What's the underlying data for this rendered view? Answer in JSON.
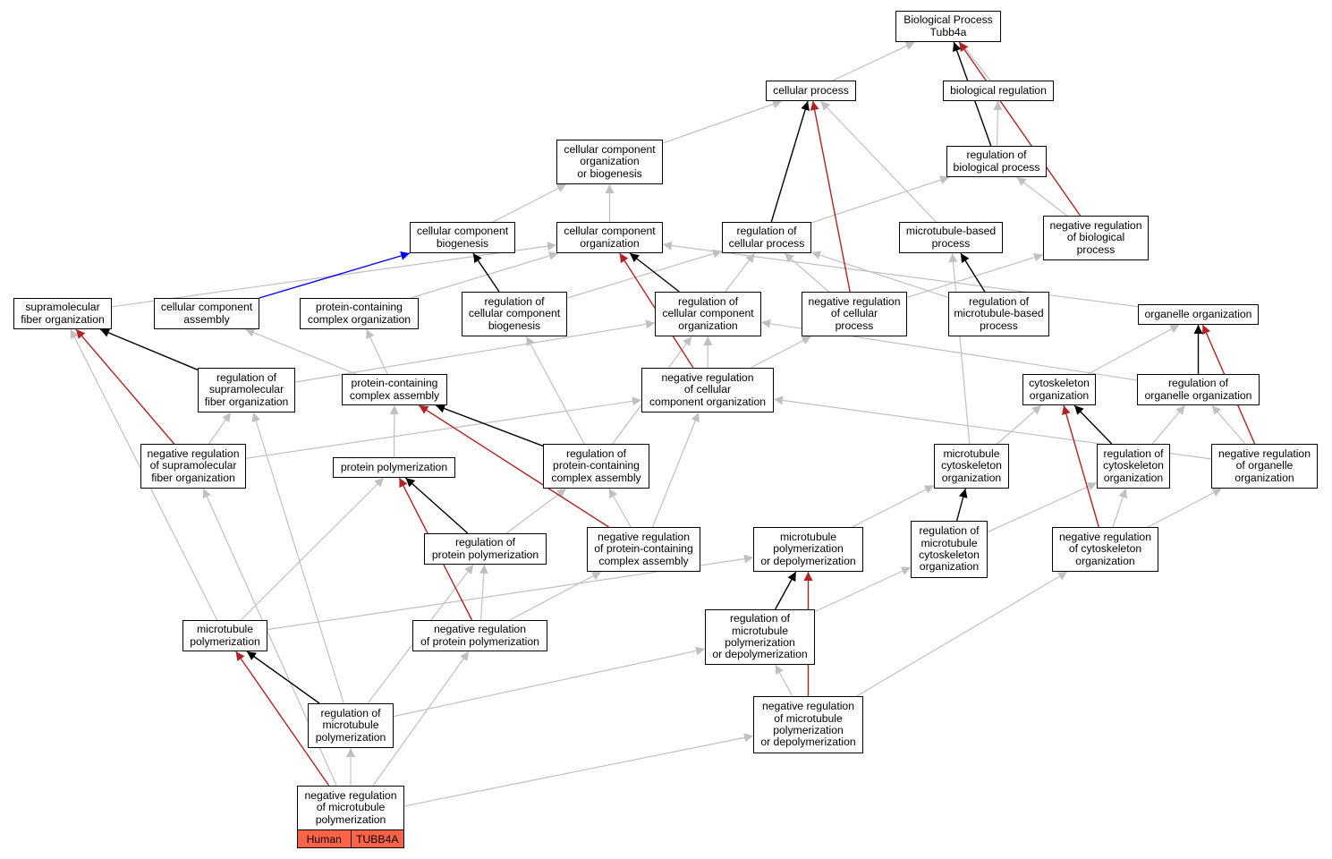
{
  "colors": {
    "edge_gray": "#c0c0c0",
    "edge_black": "#000000",
    "edge_red": "#b22222",
    "edge_blue": "#0000ff",
    "gene_cell": "#ff6347"
  },
  "nodes": [
    {
      "id": "bp",
      "label": "Biological Process\nTubb4a"
    },
    {
      "id": "cp",
      "label": "cellular process"
    },
    {
      "id": "br",
      "label": "biological regulation"
    },
    {
      "id": "ccob",
      "label": "cellular component\norganization\nor biogenesis"
    },
    {
      "id": "rbp",
      "label": "regulation of\nbiological process"
    },
    {
      "id": "ccb",
      "label": "cellular component\nbiogenesis"
    },
    {
      "id": "cco",
      "label": "cellular component\norganization"
    },
    {
      "id": "rcp",
      "label": "regulation of\ncellular process"
    },
    {
      "id": "mbp",
      "label": "microtubule-based\nprocess"
    },
    {
      "id": "nrbp",
      "label": "negative regulation\nof biological\nprocess"
    },
    {
      "id": "sfo",
      "label": "supramolecular\nfiber organization"
    },
    {
      "id": "cca",
      "label": "cellular component\nassembly"
    },
    {
      "id": "pcco",
      "label": "protein-containing\ncomplex organization"
    },
    {
      "id": "rccb",
      "label": "regulation of\ncellular component\nbiogenesis"
    },
    {
      "id": "rcco",
      "label": "regulation of\ncellular component\norganization"
    },
    {
      "id": "nrcp",
      "label": "negative regulation\nof cellular\nprocess"
    },
    {
      "id": "rmbp",
      "label": "regulation of\nmicrotubule-based\nprocess"
    },
    {
      "id": "oo",
      "label": "organelle organization"
    },
    {
      "id": "rsfo",
      "label": "regulation of\nsupramolecular\nfiber organization"
    },
    {
      "id": "pcca",
      "label": "protein-containing\ncomplex assembly"
    },
    {
      "id": "nrcco",
      "label": "negative regulation\nof cellular\ncomponent organization"
    },
    {
      "id": "cyto",
      "label": "cytoskeleton\norganization"
    },
    {
      "id": "roo",
      "label": "regulation of\norganelle organization"
    },
    {
      "id": "nrsfo",
      "label": "negative regulation\nof supramolecular\nfiber organization"
    },
    {
      "id": "pp",
      "label": "protein polymerization"
    },
    {
      "id": "rpcca",
      "label": "regulation of\nprotein-containing\ncomplex assembly"
    },
    {
      "id": "mco",
      "label": "microtubule\ncytoskeleton\norganization"
    },
    {
      "id": "rco",
      "label": "regulation of\ncytoskeleton\norganization"
    },
    {
      "id": "nroo",
      "label": "negative regulation\nof organelle\norganization"
    },
    {
      "id": "rpp",
      "label": "regulation of\nprotein polymerization"
    },
    {
      "id": "nrpcca",
      "label": "negative regulation\nof protein-containing\ncomplex assembly"
    },
    {
      "id": "mpd",
      "label": "microtubule\npolymerization\nor depolymerization"
    },
    {
      "id": "rmco",
      "label": "regulation of\nmicrotubule\ncytoskeleton\norganization"
    },
    {
      "id": "nrco",
      "label": "negative regulation\nof cytoskeleton\norganization"
    },
    {
      "id": "mp",
      "label": "microtubule\npolymerization"
    },
    {
      "id": "nrpp",
      "label": "negative regulation\nof protein polymerization"
    },
    {
      "id": "rmpd",
      "label": "regulation of\nmicrotubule\npolymerization\nor depolymerization"
    },
    {
      "id": "rmp",
      "label": "regulation of\nmicrotubule\npolymerization"
    },
    {
      "id": "nrmpd",
      "label": "negative regulation\nof microtubule\npolymerization\nor depolymerization"
    },
    {
      "id": "nrmp",
      "label": "negative regulation\nof microtubule\npolymerization"
    }
  ],
  "gene": {
    "species": "Human",
    "symbol": "TUBB4A"
  },
  "edges": [
    {
      "from": "cp",
      "to": "bp",
      "type": "gray"
    },
    {
      "from": "br",
      "to": "bp",
      "type": "gray"
    },
    {
      "from": "rbp",
      "to": "bp",
      "type": "black"
    },
    {
      "from": "nrbp",
      "to": "bp",
      "type": "red"
    },
    {
      "from": "rbp",
      "to": "br",
      "type": "gray"
    },
    {
      "from": "ccob",
      "to": "cp",
      "type": "gray"
    },
    {
      "from": "rcp",
      "to": "cp",
      "type": "black"
    },
    {
      "from": "nrcp",
      "to": "cp",
      "type": "red"
    },
    {
      "from": "mbp",
      "to": "cp",
      "type": "gray"
    },
    {
      "from": "ccb",
      "to": "ccob",
      "type": "gray"
    },
    {
      "from": "cco",
      "to": "ccob",
      "type": "gray"
    },
    {
      "from": "rcp",
      "to": "rbp",
      "type": "gray"
    },
    {
      "from": "nrbp",
      "to": "rbp",
      "type": "gray"
    },
    {
      "from": "cca",
      "to": "ccb",
      "type": "blue"
    },
    {
      "from": "rccb",
      "to": "ccb",
      "type": "black"
    },
    {
      "from": "sfo",
      "to": "cco",
      "type": "gray"
    },
    {
      "from": "pcco",
      "to": "cco",
      "type": "gray"
    },
    {
      "from": "rcco",
      "to": "cco",
      "type": "black"
    },
    {
      "from": "nrcco",
      "to": "cco",
      "type": "red"
    },
    {
      "from": "oo",
      "to": "cco",
      "type": "gray"
    },
    {
      "from": "rccb",
      "to": "rcp",
      "type": "gray"
    },
    {
      "from": "rcco",
      "to": "rcp",
      "type": "gray"
    },
    {
      "from": "nrcp",
      "to": "rcp",
      "type": "gray"
    },
    {
      "from": "rmbp",
      "to": "rcp",
      "type": "gray"
    },
    {
      "from": "nrcp",
      "to": "nrbp",
      "type": "gray"
    },
    {
      "from": "rmbp",
      "to": "mbp",
      "type": "black"
    },
    {
      "from": "mco",
      "to": "mbp",
      "type": "gray"
    },
    {
      "from": "rsfo",
      "to": "sfo",
      "type": "black"
    },
    {
      "from": "nrsfo",
      "to": "sfo",
      "type": "red"
    },
    {
      "from": "mp",
      "to": "sfo",
      "type": "gray"
    },
    {
      "from": "pcca",
      "to": "cca",
      "type": "gray"
    },
    {
      "from": "pcca",
      "to": "pcco",
      "type": "gray"
    },
    {
      "from": "rpcca",
      "to": "rccb",
      "type": "gray"
    },
    {
      "from": "nrcco",
      "to": "rcco",
      "type": "gray"
    },
    {
      "from": "rsfo",
      "to": "rcco",
      "type": "gray"
    },
    {
      "from": "rpcca",
      "to": "rcco",
      "type": "gray"
    },
    {
      "from": "roo",
      "to": "rcco",
      "type": "gray"
    },
    {
      "from": "nrcco",
      "to": "nrcp",
      "type": "gray"
    },
    {
      "from": "cyto",
      "to": "oo",
      "type": "gray"
    },
    {
      "from": "roo",
      "to": "oo",
      "type": "black"
    },
    {
      "from": "nroo",
      "to": "oo",
      "type": "red"
    },
    {
      "from": "nrsfo",
      "to": "rsfo",
      "type": "gray"
    },
    {
      "from": "rmp",
      "to": "rsfo",
      "type": "gray"
    },
    {
      "from": "pp",
      "to": "pcca",
      "type": "gray"
    },
    {
      "from": "rpcca",
      "to": "pcca",
      "type": "black"
    },
    {
      "from": "nrpcca",
      "to": "pcca",
      "type": "red"
    },
    {
      "from": "nrpcca",
      "to": "nrcco",
      "type": "gray"
    },
    {
      "from": "nrsfo",
      "to": "nrcco",
      "type": "gray"
    },
    {
      "from": "nroo",
      "to": "nrcco",
      "type": "gray"
    },
    {
      "from": "mco",
      "to": "cyto",
      "type": "gray"
    },
    {
      "from": "rco",
      "to": "cyto",
      "type": "black"
    },
    {
      "from": "nrco",
      "to": "cyto",
      "type": "red"
    },
    {
      "from": "rco",
      "to": "roo",
      "type": "gray"
    },
    {
      "from": "nroo",
      "to": "roo",
      "type": "gray"
    },
    {
      "from": "nrmp",
      "to": "nrsfo",
      "type": "gray"
    },
    {
      "from": "mp",
      "to": "pp",
      "type": "gray"
    },
    {
      "from": "rpp",
      "to": "pp",
      "type": "black"
    },
    {
      "from": "nrpp",
      "to": "pp",
      "type": "red"
    },
    {
      "from": "rpp",
      "to": "rpcca",
      "type": "gray"
    },
    {
      "from": "nrpcca",
      "to": "rpcca",
      "type": "gray"
    },
    {
      "from": "mpd",
      "to": "mco",
      "type": "gray"
    },
    {
      "from": "rmco",
      "to": "mco",
      "type": "black"
    },
    {
      "from": "nrco",
      "to": "rco",
      "type": "gray"
    },
    {
      "from": "rmco",
      "to": "rco",
      "type": "gray"
    },
    {
      "from": "nrco",
      "to": "nroo",
      "type": "gray"
    },
    {
      "from": "nrpp",
      "to": "rpp",
      "type": "gray"
    },
    {
      "from": "rmp",
      "to": "rpp",
      "type": "gray"
    },
    {
      "from": "nrpp",
      "to": "nrpcca",
      "type": "gray"
    },
    {
      "from": "mp",
      "to": "mpd",
      "type": "gray"
    },
    {
      "from": "rmpd",
      "to": "mpd",
      "type": "black"
    },
    {
      "from": "nrmpd",
      "to": "mpd",
      "type": "red"
    },
    {
      "from": "rmpd",
      "to": "rmco",
      "type": "gray"
    },
    {
      "from": "nrmpd",
      "to": "nrco",
      "type": "gray"
    },
    {
      "from": "rmp",
      "to": "mp",
      "type": "black"
    },
    {
      "from": "nrmp",
      "to": "mp",
      "type": "red"
    },
    {
      "from": "nrmp",
      "to": "nrpp",
      "type": "gray"
    },
    {
      "from": "nrmpd",
      "to": "rmpd",
      "type": "gray"
    },
    {
      "from": "rmp",
      "to": "rmpd",
      "type": "gray"
    },
    {
      "from": "nrmp",
      "to": "rmp",
      "type": "gray"
    },
    {
      "from": "nrmp",
      "to": "nrmpd",
      "type": "gray"
    }
  ]
}
